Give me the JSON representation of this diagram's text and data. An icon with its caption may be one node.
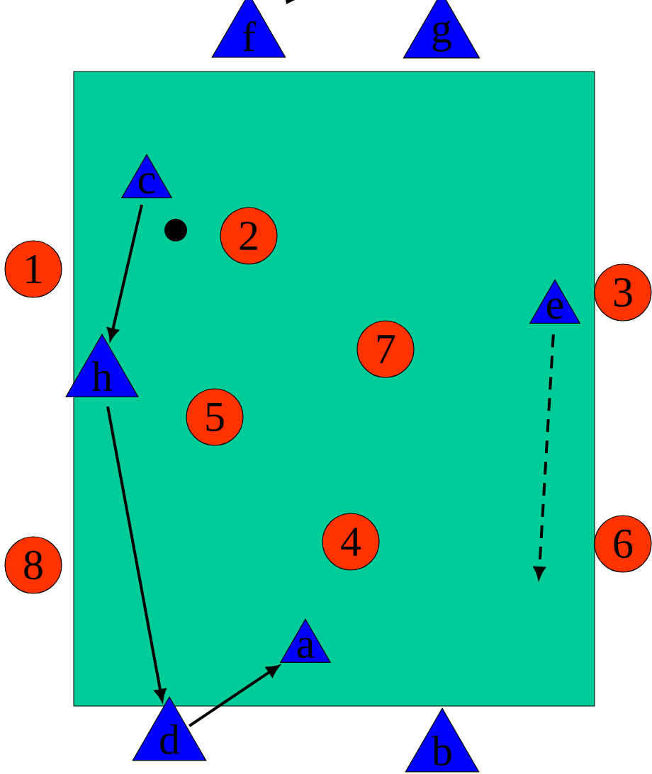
{
  "diagram": {
    "nodes": [
      {
        "text": [],
        "shape": "box"
      },
      {
        "text": [
          "f"
        ]
      },
      {
        "text": [
          "g"
        ]
      },
      {
        "text": [
          "c"
        ],
        "in": 0
      },
      {
        "text": [
          "2"
        ],
        "in": 0
      },
      {
        "text": [
          "1"
        ]
      },
      {
        "text": [
          "3"
        ]
      },
      {
        "text": [
          "e"
        ],
        "in": 0
      },
      {
        "text": [
          "7"
        ],
        "in": 0
      },
      {
        "text": [
          "h"
        ],
        "in": 0
      },
      {
        "text": [
          "5"
        ],
        "in": 0
      },
      {
        "text": [
          "4"
        ],
        "in": 0
      },
      {
        "text": [
          "6"
        ]
      },
      {
        "text": [
          "8"
        ]
      },
      {
        "text": [
          "a"
        ],
        "in": 0
      },
      {
        "text": [
          "d"
        ]
      },
      {
        "text": [
          "b"
        ]
      }
    ],
    "edges": [
      {
        "from": 3,
        "to": 9,
        "arrow": "to"
      },
      {
        "from": 9,
        "to": 15,
        "arrow": "to"
      },
      {
        "from": 15,
        "to": 14,
        "arrow": "to"
      },
      {
        "from": 7,
        "to": null,
        "arrow": "to",
        "style": "dashed"
      }
    ]
  }
}
